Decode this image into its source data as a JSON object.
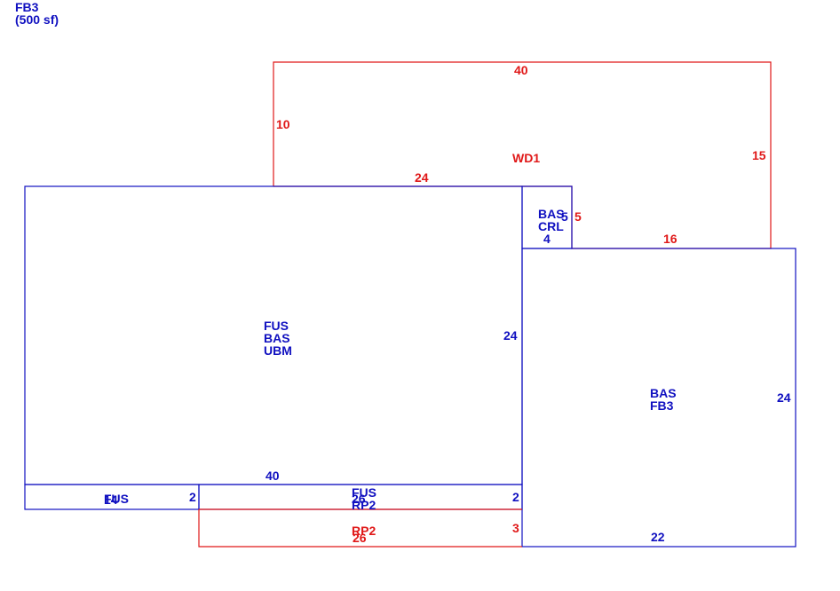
{
  "colors": {
    "blue": "#1010c0",
    "red": "#e01818"
  },
  "header": {
    "line1": "FB3",
    "line2": "(500 sf)"
  },
  "sketch": {
    "areas": [
      {
        "id": "wd1",
        "color": "red",
        "code": "WD1"
      },
      {
        "id": "main",
        "color": "blue",
        "codes": [
          "FUS",
          "BAS",
          "UBM"
        ]
      },
      {
        "id": "fb3",
        "color": "blue",
        "codes": [
          "BAS",
          "FB3"
        ]
      },
      {
        "id": "crl",
        "color": "blue",
        "codes": [
          "BAS",
          "CRL"
        ]
      },
      {
        "id": "fus-left",
        "color": "blue",
        "code": "FUS"
      },
      {
        "id": "fus-mid",
        "color": "blue",
        "codes": [
          "FUS",
          "RP2"
        ]
      },
      {
        "id": "rp2",
        "color": "red",
        "code": "RP2"
      }
    ],
    "dimensions": {
      "wd1_top": "40",
      "wd1_left": "10",
      "wd1_right": "15",
      "wd1_bottom": "24",
      "wd1_step_right": "5",
      "wd1_step_bottom": "16",
      "crl_right": "5",
      "crl_bottom": "4",
      "main_right": "24",
      "main_bottom": "40",
      "fb3_right": "24",
      "fb3_bottom": "22",
      "fus_left_overlap_a": "FUS",
      "fus_left_overlap_b": "14",
      "fus_left_right": "2",
      "fus_mid_right": "2",
      "fus_mid_overlap": "26",
      "rp2_right": "3",
      "rp2_bottom": "26"
    }
  }
}
